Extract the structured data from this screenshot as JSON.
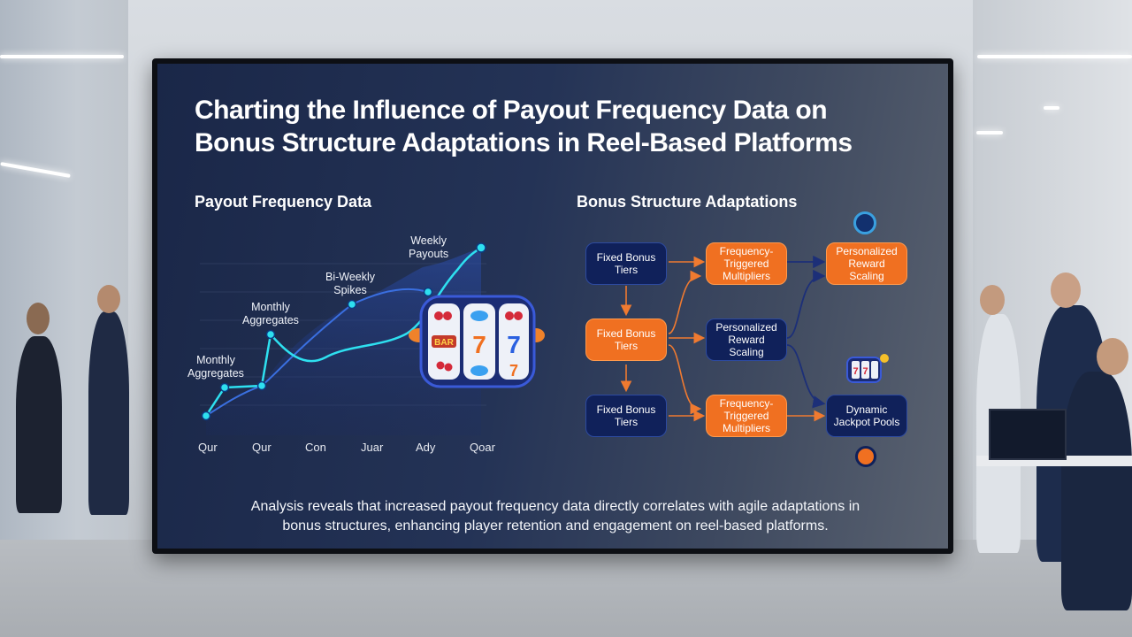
{
  "presentation": {
    "title_line1": "Charting the Influence of Payout Frequency Data on",
    "title_line2": "Bonus Structure Adaptations in Reel-Based Platforms",
    "left_heading": "Payout Frequency Data",
    "right_heading": "Bonus Structure Adaptations",
    "caption_line1": "Analysis reveals that increased payout frequency data directly correlates with agile adaptations in",
    "caption_line2": "bonus structures, enhancing player retention and engagement on reel-based platforms."
  },
  "chart_data": {
    "type": "line",
    "x": [
      "Qur",
      "Qur",
      "Con",
      "Juar",
      "Ady",
      "Qoar"
    ],
    "annotations": [
      {
        "text": "Monthly Aggregates",
        "line1": "Monthly",
        "line2": "Aggregates"
      },
      {
        "text": "Monthly Aggregates",
        "line1": "Monthly",
        "line2": "Aggregates"
      },
      {
        "text": "Bi-Weekly Spikes",
        "line1": "Bi-Weekly",
        "line2": "Spikes"
      },
      {
        "text": "Weekly Payouts",
        "line1": "Weekly",
        "line2": "Payouts"
      }
    ],
    "colors": {
      "primary_line": "#2ee0f0",
      "secondary_line": "#3a6fe0",
      "fill": "#1f3d8a"
    },
    "grid": true
  },
  "flow": {
    "nodes": [
      {
        "id": "n1",
        "label": "Fixed Bonus Tiers",
        "style": "navy"
      },
      {
        "id": "n2",
        "label": "Fixed Bonus Tiers",
        "style": "orange"
      },
      {
        "id": "n3",
        "label": "Fixed Bonus Tiers",
        "style": "navy"
      },
      {
        "id": "n4",
        "label": "Frequency-Triggered Multipliers",
        "style": "orange"
      },
      {
        "id": "n5",
        "label": "Personalized Reward Scaling",
        "style": "navy"
      },
      {
        "id": "n6",
        "label": "Frequency-Triggered Multipliers",
        "style": "orange"
      },
      {
        "id": "n7",
        "label": "Personalized Reward Scaling",
        "style": "orange"
      },
      {
        "id": "n8",
        "label": "Dynamic Jackpot Pools",
        "style": "navy"
      }
    ],
    "colors": {
      "navy": "#10215a",
      "orange": "#f07021",
      "arrow_orange": "#f07a30",
      "arrow_navy": "#1c2f78"
    }
  },
  "icons": [
    "slot-machine-icon",
    "badge-icon",
    "mini-slot-icon",
    "coin-icon"
  ]
}
